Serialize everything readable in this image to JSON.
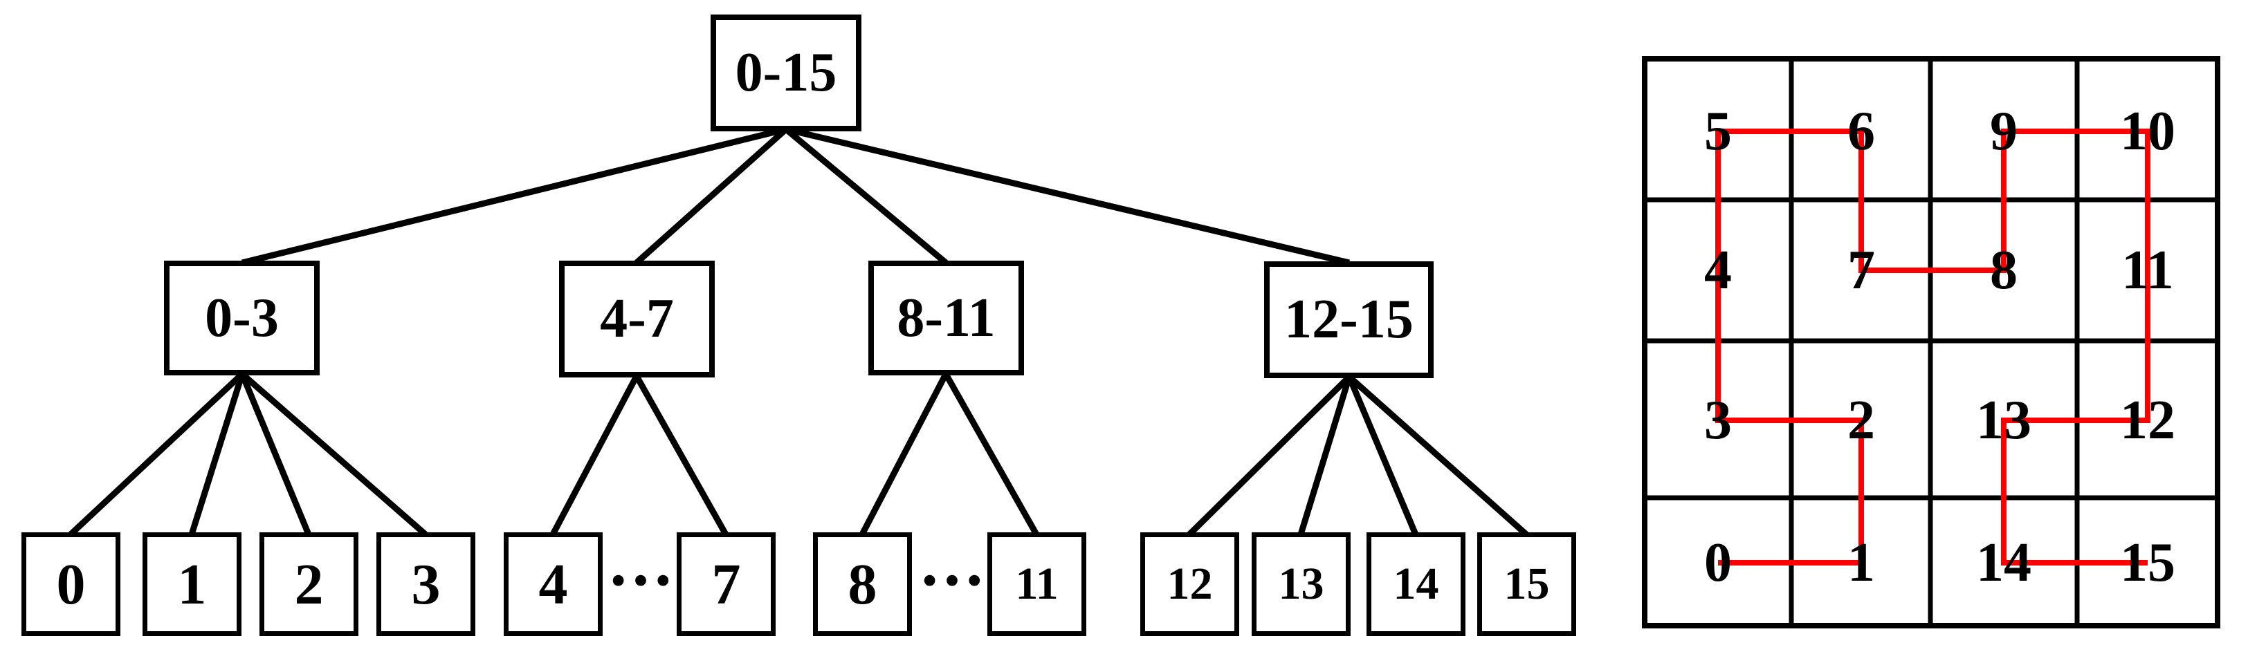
{
  "colors": {
    "line": "#000000",
    "curve": "#fa0000",
    "background": "#ffffff",
    "text": "#000000"
  },
  "tree": {
    "root_label": "0-15",
    "internal_labels": [
      "0-3",
      "4-7",
      "8-11",
      "12-15"
    ],
    "leaf_labels": [
      "0",
      "1",
      "2",
      "3",
      "4",
      "7",
      "8",
      "11",
      "12",
      "13",
      "14",
      "15"
    ],
    "ellipsis": "•••"
  },
  "grid": {
    "rows": [
      [
        "5",
        "6",
        "9",
        "10"
      ],
      [
        "4",
        "7",
        "8",
        "11"
      ],
      [
        "3",
        "2",
        "13",
        "12"
      ],
      [
        "0",
        "1",
        "14",
        "15"
      ]
    ],
    "curve_visit_order": [
      "0",
      "1",
      "2",
      "3",
      "4",
      "5",
      "6",
      "7",
      "8",
      "9",
      "10",
      "11",
      "12",
      "13",
      "14",
      "15"
    ]
  }
}
